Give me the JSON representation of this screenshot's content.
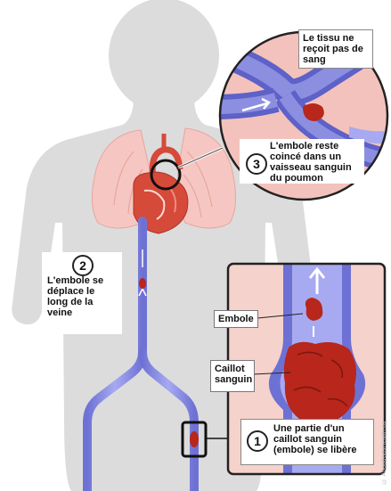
{
  "callouts": {
    "tissue": "Le tissu ne reçoit pas de sang",
    "stuck": "L'embole reste coincé dans un vaisseau sanguin du poumon",
    "moves": "L'embole se déplace le long de la veine",
    "embolus": "Embole",
    "clot": "Caillot sanguin",
    "release": "Une partie d'un caillot sanguin (embole) se libère"
  },
  "numbers": {
    "one": "1",
    "two": "2",
    "three": "3"
  },
  "copyright": "© AboutKidsHealth.ca",
  "colors": {
    "silhouette": "#dcdcdc",
    "lung": "#f6c7c2",
    "heart": "#d64a3a",
    "vein": "#8c8fe0",
    "artery": "#e25b4e",
    "clot": "#b8261c",
    "inset_border": "#222222"
  }
}
